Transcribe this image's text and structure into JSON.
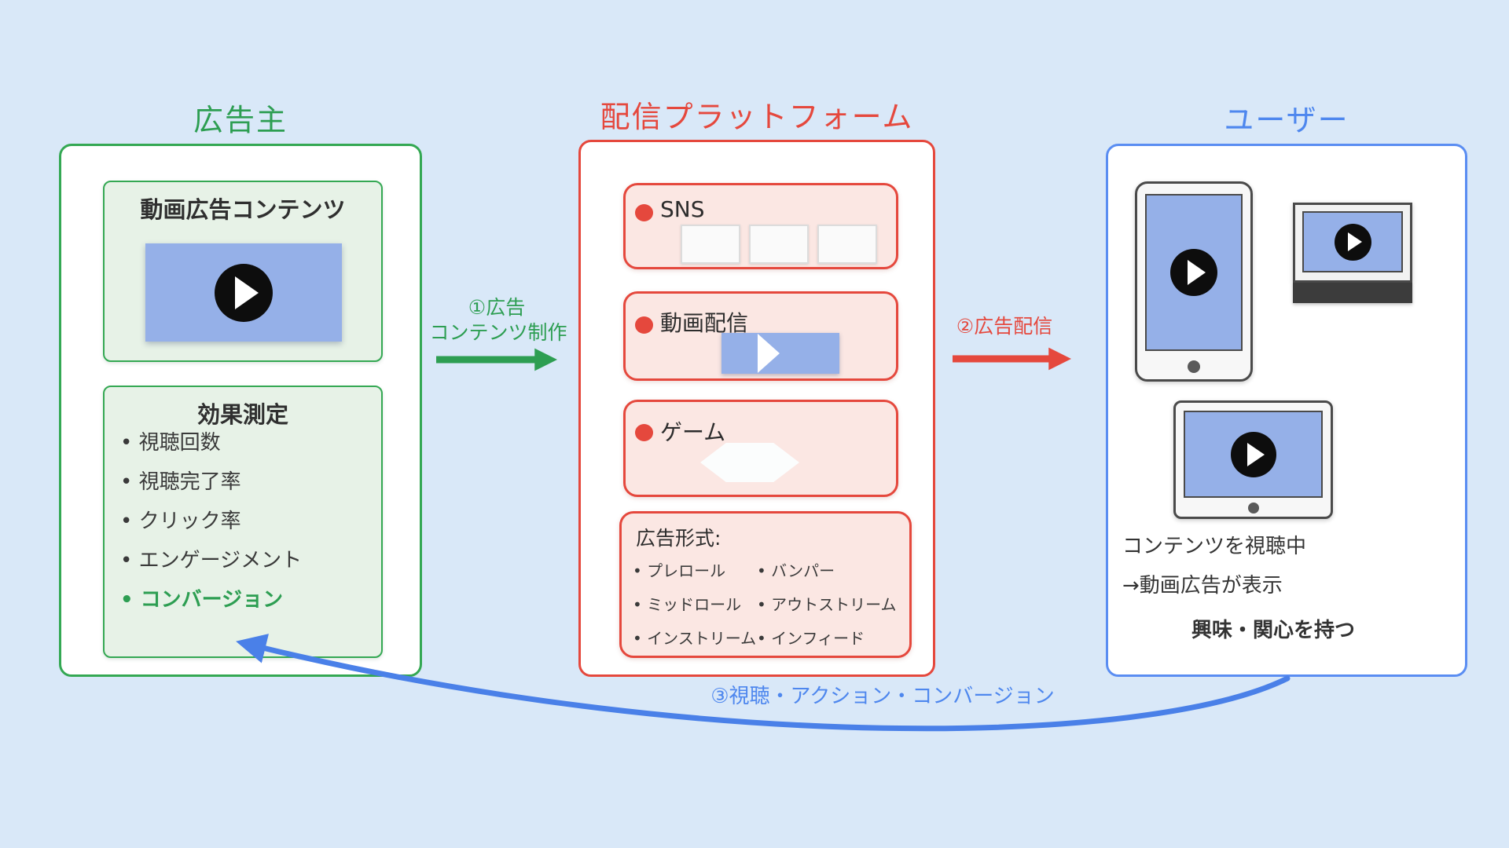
{
  "colors": {
    "background": "#d9e8f8",
    "green": "#34a853",
    "green_text": "#2d9e52",
    "red": "#e5483d",
    "blue": "#4e87ee",
    "screen_blue": "#95b0e8",
    "pink_fill": "#fbe7e3",
    "green_fill": "#e7f2e7"
  },
  "advertiser": {
    "title": "広告主",
    "video_box": {
      "title": "動画広告コンテンツ"
    },
    "metrics_box": {
      "title": "効果測定",
      "items": [
        "視聴回数",
        "視聴完了率",
        "クリック率",
        "エンゲージメント",
        "コンバージョン"
      ]
    }
  },
  "platform": {
    "title": "配信プラットフォーム",
    "channels": [
      {
        "label": "SNS"
      },
      {
        "label": "動画配信"
      },
      {
        "label": "ゲーム"
      }
    ],
    "ad_formats": {
      "title": "広告形式:",
      "col1": [
        "プレロール",
        "ミッドロール",
        "インストリーム"
      ],
      "col2": [
        "バンパー",
        "アウトストリーム",
        "インフィード"
      ]
    }
  },
  "user": {
    "title": "ユーザー",
    "caption_line1": "コンテンツを視聴中",
    "caption_line2": "→動画広告が表示",
    "highlight": "興味・関心を持つ"
  },
  "flow": {
    "step1_line1": "①広告",
    "step1_line2": "コンテンツ制作",
    "step2": "②広告配信",
    "step3": "③視聴・アクション・コンバージョン"
  }
}
